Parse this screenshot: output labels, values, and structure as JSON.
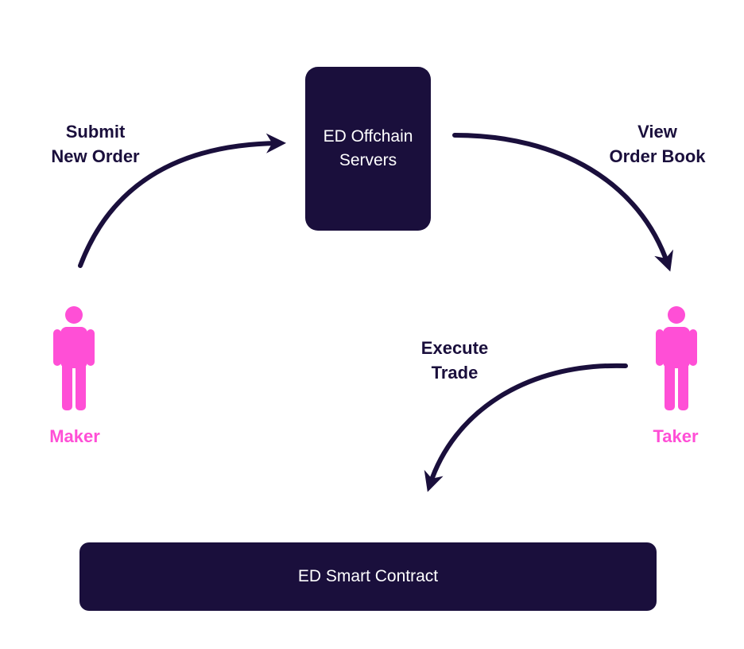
{
  "nodes": {
    "servers": {
      "line1": "ED Offchain",
      "line2": "Servers"
    },
    "contract": {
      "label": "ED Smart Contract"
    },
    "maker": {
      "label": "Maker"
    },
    "taker": {
      "label": "Taker"
    }
  },
  "edges": {
    "submit": {
      "line1": "Submit",
      "line2": "New Order"
    },
    "view": {
      "line1": "View",
      "line2": "Order Book"
    },
    "execute": {
      "line1": "Execute",
      "line2": "Trade"
    }
  },
  "colors": {
    "box": "#1a0f3c",
    "actor": "#ff4fd6",
    "arrow": "#1a0f3c"
  },
  "icons": {
    "maker": "person-icon",
    "taker": "person-icon"
  }
}
